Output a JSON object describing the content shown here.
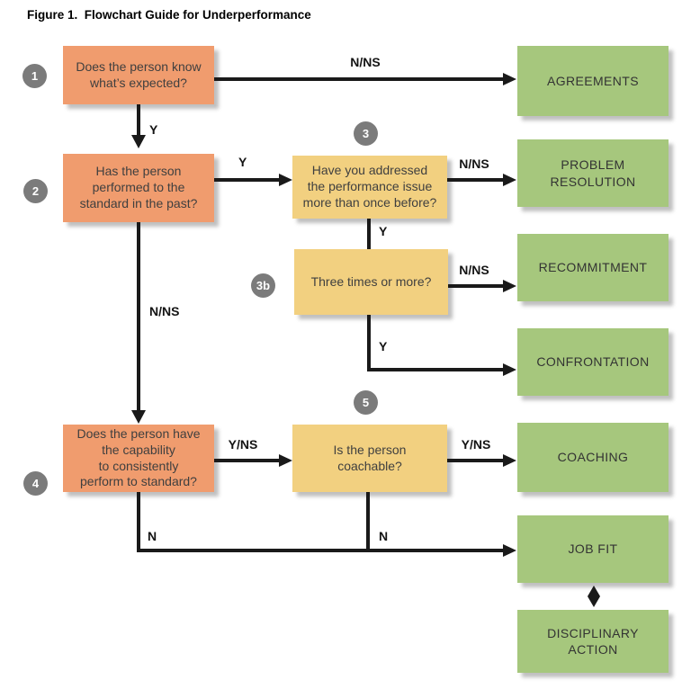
{
  "title": "Figure 1.  Flowchart Guide for Underperformance",
  "nodes": {
    "q1": {
      "badge": "1",
      "text": "Does the person know\nwhat’s expected?"
    },
    "q2": {
      "badge": "2",
      "text": "Has the person\nperformed to the\nstandard in the past?"
    },
    "q3": {
      "badge": "3",
      "text": "Have you addressed\nthe performance issue\nmore than once before?"
    },
    "q3b": {
      "badge": "3b",
      "text": "Three times or more?"
    },
    "q4": {
      "badge": "4",
      "text": "Does the person have\nthe capability\nto consistently\nperform to standard?"
    },
    "q5": {
      "badge": "5",
      "text": "Is the person\ncoachable?"
    },
    "agreements": {
      "text": "AGREEMENTS"
    },
    "problem_resolution": {
      "text": "PROBLEM\nRESOLUTION"
    },
    "recommitment": {
      "text": "RECOMMITMENT"
    },
    "confrontation": {
      "text": "CONFRONTATION"
    },
    "coaching": {
      "text": "COACHING"
    },
    "job_fit": {
      "text": "JOB FIT"
    },
    "disciplinary_action": {
      "text": "DISCIPLINARY ACTION"
    }
  },
  "edge_labels": {
    "q1_agreements": "N/NS",
    "q1_q2": "Y",
    "q2_q3": "Y",
    "q3_problem_resolution": "N/NS",
    "q3_q3b": "Y",
    "q3b_recommitment": "N/NS",
    "q3b_confrontation": "Y",
    "q2_q4": "N/NS",
    "q4_q5": "Y/NS",
    "q5_coaching": "Y/NS",
    "q4_job_fit": "N",
    "q5_job_fit": "N"
  },
  "colors": {
    "question_primary": "#F09C6E",
    "question_secondary": "#F2D080",
    "outcome": "#A6C77D",
    "badge": "#7B7B7B",
    "line": "#1A1A1A"
  }
}
